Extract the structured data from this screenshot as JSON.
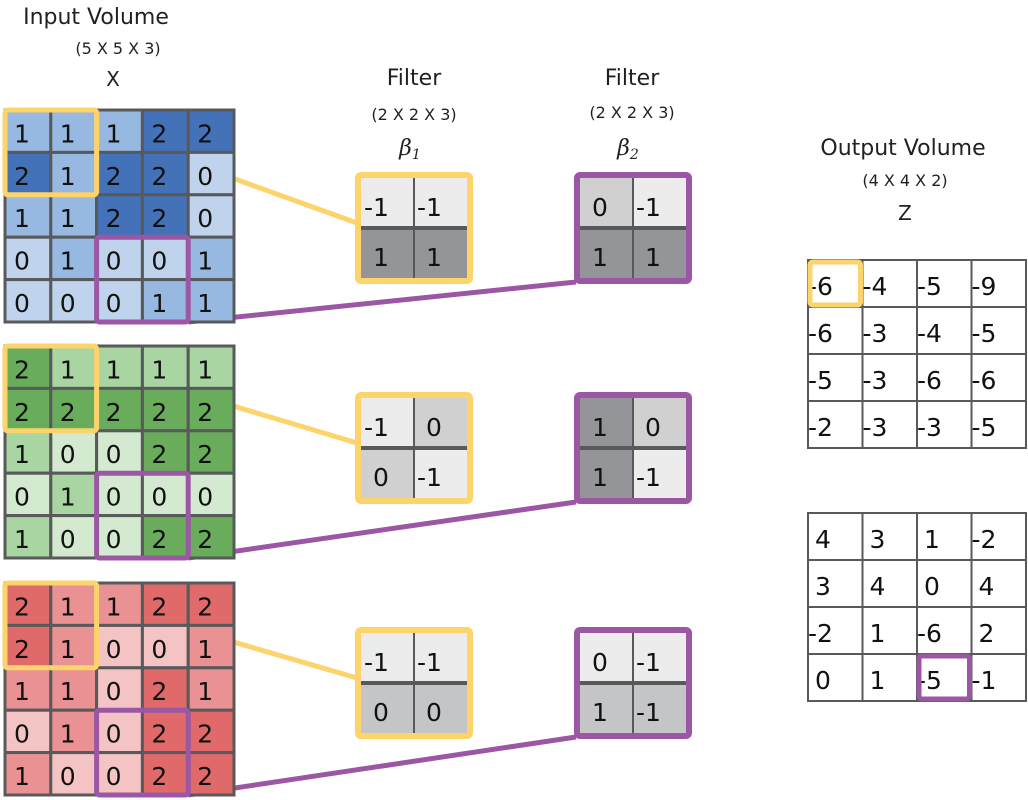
{
  "colors": {
    "highlight_filter1": "#fdd36b",
    "highlight_filter2": "#9b57a4",
    "grid_line": "#58595b",
    "blue": {
      "0": "#bfd3ec",
      "1": "#97b9e1",
      "2": "#4472b8"
    },
    "green": {
      "0": "#d3ead0",
      "1": "#a8d5a2",
      "2": "#69ad5c"
    },
    "red": {
      "0": "#f4c4c4",
      "1": "#ea9293",
      "2": "#e06a6a"
    },
    "filter": {
      "-1": "#ececec",
      "0": "#d0d0d1",
      "1": "#949598"
    },
    "filter_alt": {
      "0": "#c4c5c7",
      "1": "#c4c5c7",
      "-1": "#c4c5c7"
    }
  },
  "input": {
    "title": "Input Volume",
    "dims": "(5 X 5 X 3)",
    "symbol": "X",
    "channels": [
      {
        "name": "blue",
        "values": [
          [
            1,
            1,
            1,
            2,
            2
          ],
          [
            2,
            1,
            2,
            2,
            0
          ],
          [
            1,
            1,
            2,
            2,
            0
          ],
          [
            0,
            1,
            0,
            0,
            1
          ],
          [
            0,
            0,
            0,
            1,
            1
          ]
        ]
      },
      {
        "name": "green",
        "values": [
          [
            2,
            1,
            1,
            1,
            1
          ],
          [
            2,
            2,
            2,
            2,
            2
          ],
          [
            1,
            0,
            0,
            2,
            2
          ],
          [
            0,
            1,
            0,
            0,
            0
          ],
          [
            1,
            0,
            0,
            2,
            2
          ]
        ]
      },
      {
        "name": "red",
        "values": [
          [
            2,
            1,
            1,
            2,
            2
          ],
          [
            2,
            1,
            0,
            0,
            1
          ],
          [
            1,
            1,
            0,
            2,
            1
          ],
          [
            0,
            1,
            0,
            2,
            2
          ],
          [
            1,
            0,
            0,
            2,
            2
          ]
        ]
      }
    ]
  },
  "filters": [
    {
      "title": "Filter",
      "dims": "(2 X 2 X 3)",
      "symbol": "β",
      "subscript": "1",
      "highlight": "filter1",
      "channels": [
        {
          "values": [
            [
              -1,
              -1
            ],
            [
              1,
              1
            ]
          ],
          "shades": [
            [
              "-1",
              "-1"
            ],
            [
              "1",
              "1"
            ]
          ]
        },
        {
          "values": [
            [
              -1,
              0
            ],
            [
              0,
              -1
            ]
          ],
          "shades": [
            [
              "-1",
              "0"
            ],
            [
              "0",
              "-1"
            ]
          ]
        },
        {
          "values": [
            [
              -1,
              -1
            ],
            [
              0,
              0
            ]
          ],
          "shades": [
            [
              "-1",
              "-1"
            ],
            [
              "alt",
              "alt"
            ]
          ]
        }
      ]
    },
    {
      "title": "Filter",
      "dims": "(2 X 2 X 3)",
      "symbol": "β",
      "subscript": "2",
      "highlight": "filter2",
      "channels": [
        {
          "values": [
            [
              0,
              -1
            ],
            [
              1,
              1
            ]
          ],
          "shades": [
            [
              "0",
              "-1"
            ],
            [
              "1",
              "1"
            ]
          ]
        },
        {
          "values": [
            [
              1,
              0
            ],
            [
              1,
              -1
            ]
          ],
          "shades": [
            [
              "1",
              "0"
            ],
            [
              "1",
              "-1"
            ]
          ]
        },
        {
          "values": [
            [
              0,
              -1
            ],
            [
              1,
              -1
            ]
          ],
          "shades": [
            [
              "-1",
              "-1"
            ],
            [
              "alt",
              "alt"
            ]
          ]
        }
      ]
    }
  ],
  "output": {
    "title": "Output Volume",
    "dims": "(4 X 4 X 2)",
    "symbol": "Z",
    "channels": [
      {
        "values": [
          [
            -6,
            -4,
            -5,
            -9
          ],
          [
            -6,
            -3,
            -4,
            -5
          ],
          [
            -5,
            -3,
            -6,
            -6
          ],
          [
            -2,
            -3,
            -3,
            -5
          ]
        ],
        "highlight_cell": [
          0,
          0
        ],
        "highlight": "filter1"
      },
      {
        "values": [
          [
            4,
            3,
            1,
            -2
          ],
          [
            3,
            4,
            0,
            4
          ],
          [
            -2,
            1,
            -6,
            2
          ],
          [
            0,
            1,
            -5,
            -1
          ]
        ],
        "highlight_cell": [
          3,
          2
        ],
        "highlight": "filter2"
      }
    ]
  },
  "receptive_fields": [
    {
      "filter": "filter1",
      "rows": [
        0,
        1
      ],
      "cols": [
        0,
        1
      ]
    },
    {
      "filter": "filter2",
      "rows": [
        3,
        4
      ],
      "cols": [
        2,
        3
      ]
    }
  ]
}
